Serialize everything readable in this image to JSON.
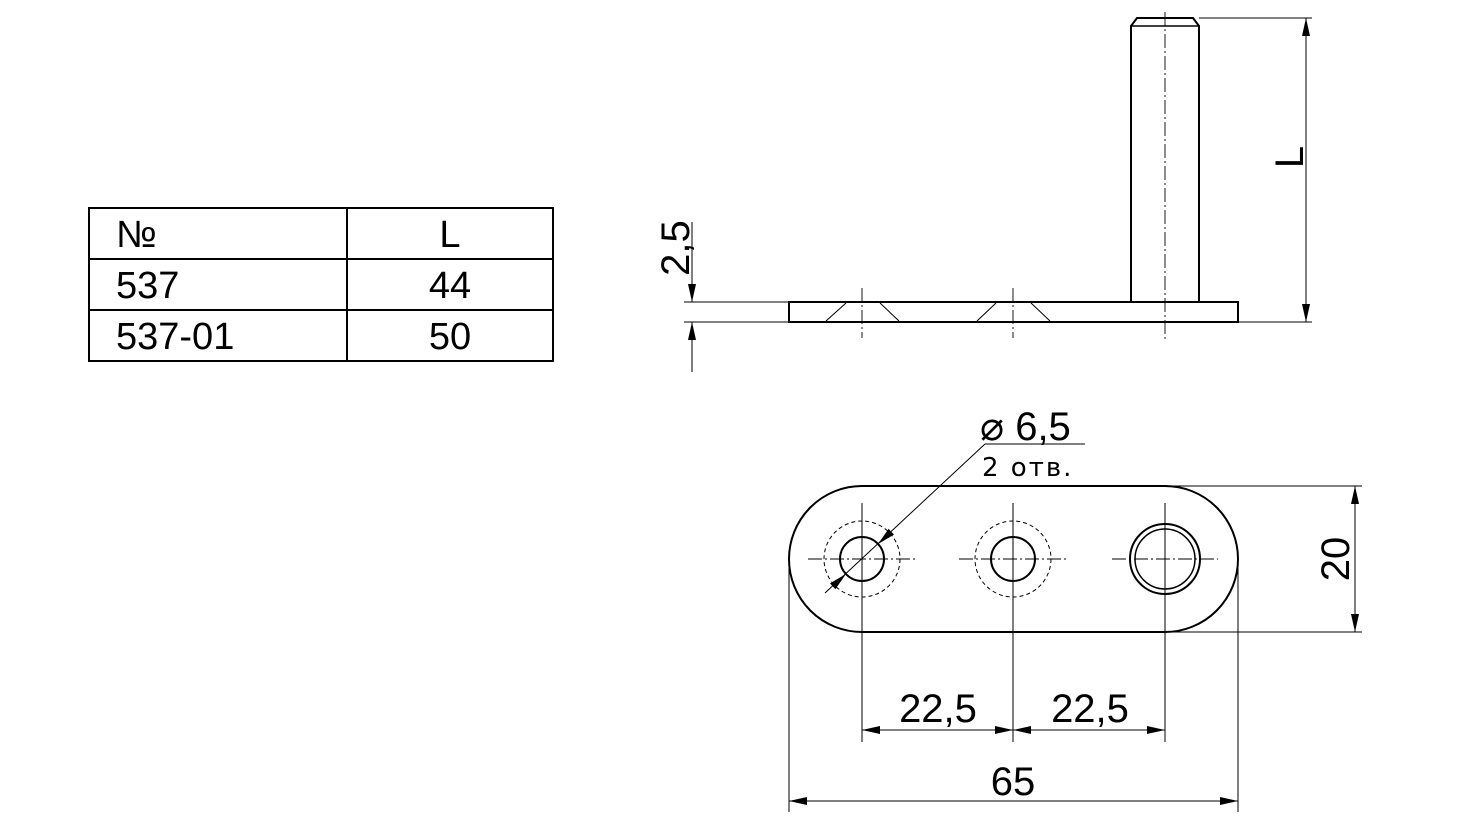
{
  "table": {
    "headers": [
      "№",
      "L"
    ],
    "rows": [
      [
        "537",
        "44"
      ],
      [
        "537-01",
        "50"
      ]
    ]
  },
  "dimensions": {
    "plate_thickness": "2,5",
    "pin_length": "L",
    "hole_diameter": "⌀ 6,5",
    "hole_count": "2 отв.",
    "plate_width": "20",
    "hole_spacing_left": "22,5",
    "hole_spacing_right": "22,5",
    "overall_length": "65"
  }
}
